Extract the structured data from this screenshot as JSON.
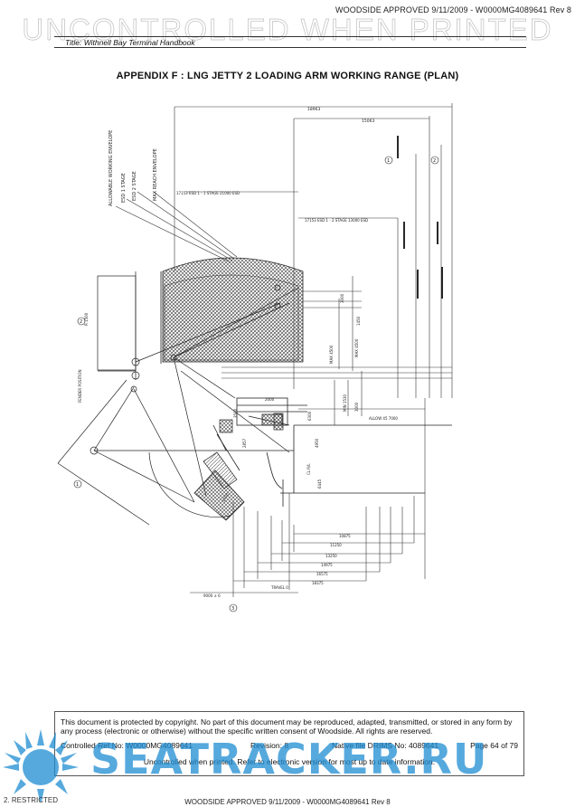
{
  "header": {
    "approval": "WOODSIDE APPROVED 9/11/2009 - W0000MG4089641 Rev 8",
    "watermark": "UNCONTROLLED WHEN PRINTED",
    "title": "Title: Withnell Bay Terminal Handbook"
  },
  "heading": "APPENDIX F : LNG JETTY 2 LOADING ARM WORKING RANGE (PLAN)",
  "drawing": {
    "envelope_labels": [
      "ALLOWABLE WORKING ENVELOPE",
      "ESD 1 STAGE",
      "ESD 2 STAGE",
      "MAX REACH ENVELOPE"
    ],
    "dims": {
      "d_top": "18963",
      "d_2": "15063",
      "d_top_note": "17153 ESD 1 - 1 STAGE 21000 ESD",
      "d_mid_note": "17153 ESD 1 - 2 STAGE 13000 ESD",
      "d_r1": "3000",
      "d_r2": "1450",
      "d_r3": "MAX 4500",
      "d_r4": "MAX 4500",
      "d_r5": "MIN 1530",
      "d_r6": "3000",
      "d_r7": "ALLOW 45 7000",
      "d_l1": "R 1500",
      "fender_label": "FENDER POSITION",
      "d_c1": "3500",
      "d_c2": "2000",
      "d_c3": "6300",
      "d_c4": "4950",
      "d_c5": "CL R/L",
      "d_c6": "6445",
      "d_low1": "2857",
      "d_low2": "1700",
      "d_b1": "10875",
      "d_b2": "11250",
      "d_b3": "13250",
      "d_b4": "14975",
      "d_b5": "16575",
      "d_b6": "18375",
      "d_b7": "TRAVEL 0",
      "d_b8": "9000 ± 6",
      "circle_1": "1",
      "circle_2": "2",
      "circle_3": "3"
    }
  },
  "footer": {
    "copyright": "This document is protected by copyright. No part of this document may be reproduced, adapted, transmitted, or stored in any form by any process (electronic or otherwise) without the specific written consent of Woodside. All rights are reserved.",
    "controlled_ref": "Controlled Ref No:  W0000MG4089641",
    "revision": "Revision: 8",
    "native_file": "Native file DRIMS No: 4089641",
    "page": "Page 64 of 79",
    "uncontrolled": "Uncontrolled when printed. Refer to electronic version for most up to date information."
  },
  "brand": {
    "watermark": "SEATRACKER.RU",
    "color": "#1e8cd2"
  },
  "classification": "2. RESTRICTED",
  "approval_bottom": "WOODSIDE APPROVED 9/11/2009 - W0000MG4089641 Rev 8"
}
